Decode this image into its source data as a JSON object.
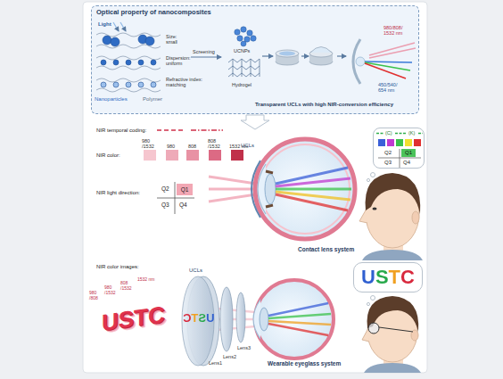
{
  "diagram": {
    "nodes": [
      {
        "text": [
          "Optical property of nanocomposites"
        ]
      },
      {
        "text": [
          "Q1"
        ]
      },
      {
        "text": [
          "(C)",
          "(K)",
          "Q2",
          "Q3",
          "Q4"
        ]
      },
      {
        "text": [
          "Q1"
        ],
        "in": 2
      },
      {
        "text": [
          "USTC"
        ]
      }
    ],
    "labels": [
      "Light",
      "Size: small",
      "Dispersion: uniform",
      "Refractive index: matching",
      "Nanoparticles",
      "Polymer",
      "Screening",
      "UCNPs",
      "Hydrogel",
      "980/808/ 1532 nm",
      "450/540/ 654 nm",
      "Transparent UCLs with high NIR-conversion efficiency",
      "NIR temporal coding:",
      "NIR color:",
      "980 /1532",
      "980",
      "808",
      "808 /1532",
      "1532 nm",
      "NIR light direction:",
      "Q2",
      "Q3",
      "Q4",
      "UCLs",
      "Contact lens system",
      "NIR color images:",
      "980 /808",
      "980 /1532",
      "808 /1532",
      "1532 nm",
      "USTC",
      "USTC",
      "UCLs",
      "Lens1",
      "Lens2",
      "Lens3",
      "Wearable eyeglass system"
    ]
  }
}
